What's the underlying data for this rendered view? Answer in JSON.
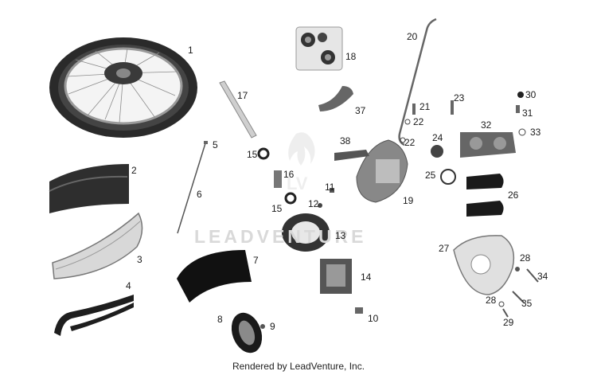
{
  "watermark": {
    "brand": "LEADVENTURE"
  },
  "footer": {
    "text": "Rendered by LeadVenture, Inc."
  },
  "callouts": [
    {
      "id": "1",
      "label": "1"
    },
    {
      "id": "2",
      "label": "2"
    },
    {
      "id": "3",
      "label": "3"
    },
    {
      "id": "4",
      "label": "4"
    },
    {
      "id": "5",
      "label": "5"
    },
    {
      "id": "6",
      "label": "6"
    },
    {
      "id": "7",
      "label": "7"
    },
    {
      "id": "8",
      "label": "8"
    },
    {
      "id": "9",
      "label": "9"
    },
    {
      "id": "10",
      "label": "10"
    },
    {
      "id": "11",
      "label": "11"
    },
    {
      "id": "12",
      "label": "12"
    },
    {
      "id": "13",
      "label": "13"
    },
    {
      "id": "14",
      "label": "14"
    },
    {
      "id": "15a",
      "label": "15"
    },
    {
      "id": "15b",
      "label": "15"
    },
    {
      "id": "16",
      "label": "16"
    },
    {
      "id": "17",
      "label": "17"
    },
    {
      "id": "18",
      "label": "18"
    },
    {
      "id": "19",
      "label": "19"
    },
    {
      "id": "20",
      "label": "20"
    },
    {
      "id": "21",
      "label": "21"
    },
    {
      "id": "22a",
      "label": "22"
    },
    {
      "id": "22b",
      "label": "22"
    },
    {
      "id": "23",
      "label": "23"
    },
    {
      "id": "24",
      "label": "24"
    },
    {
      "id": "25",
      "label": "25"
    },
    {
      "id": "26",
      "label": "26"
    },
    {
      "id": "27",
      "label": "27"
    },
    {
      "id": "28a",
      "label": "28"
    },
    {
      "id": "28b",
      "label": "28"
    },
    {
      "id": "29",
      "label": "29"
    },
    {
      "id": "30",
      "label": "30"
    },
    {
      "id": "31",
      "label": "31"
    },
    {
      "id": "32",
      "label": "32"
    },
    {
      "id": "33",
      "label": "33"
    },
    {
      "id": "34",
      "label": "34"
    },
    {
      "id": "35",
      "label": "35"
    },
    {
      "id": "37",
      "label": "37"
    },
    {
      "id": "38",
      "label": "38"
    }
  ]
}
